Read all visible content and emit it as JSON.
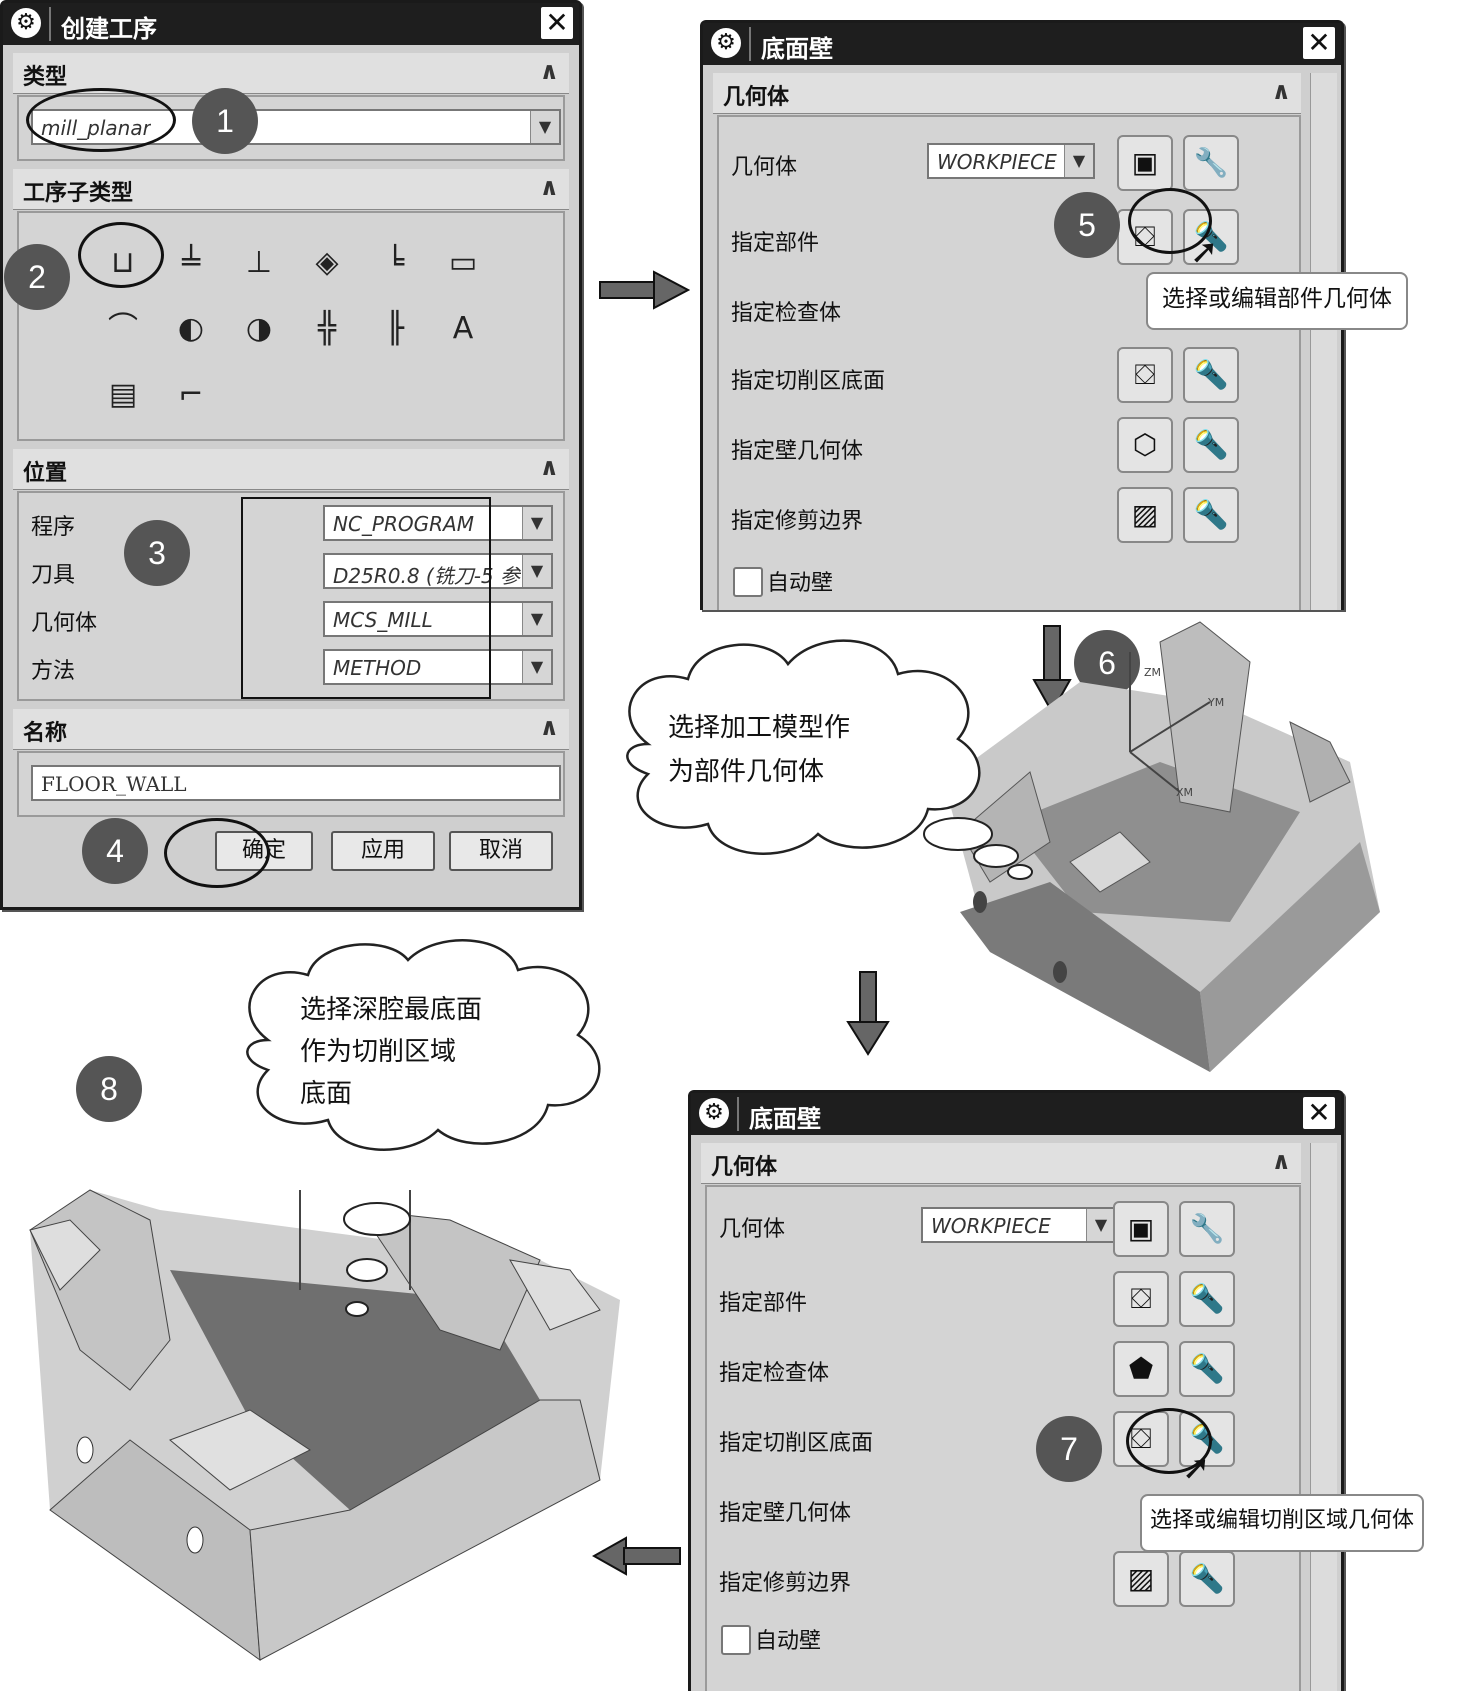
{
  "create_dialog": {
    "title": "创建工序",
    "type_section": "类型",
    "type_value": "mill_planar",
    "subtype_section": "工序子类型",
    "location_section": "位置",
    "program_label": "程序",
    "program_value": "NC_PROGRAM",
    "tool_label": "刀具",
    "tool_value": "D25R0.8 (铣刀-5 参",
    "geometry_label": "几何体",
    "geometry_value": "MCS_MILL",
    "method_label": "方法",
    "method_value": "METHOD",
    "name_section": "名称",
    "name_value": "FLOOR_WALL",
    "ok_label": "确定",
    "apply_label": "应用",
    "cancel_label": "取消"
  },
  "floor_wall_dialog_1": {
    "title": "底面壁",
    "geometry_section": "几何体",
    "geometry_label": "几何体",
    "geometry_value": "WORKPIECE",
    "specify_part": "指定部件",
    "specify_check": "指定检查体",
    "specify_floor": "指定切削区底面",
    "specify_wall": "指定壁几何体",
    "specify_trim": "指定修剪边界",
    "auto_wall": "自动壁",
    "tooltip": "选择或编辑部件几何体"
  },
  "floor_wall_dialog_2": {
    "title": "底面壁",
    "geometry_section": "几何体",
    "geometry_label": "几何体",
    "geometry_value": "WORKPIECE",
    "specify_part": "指定部件",
    "specify_check": "指定检查体",
    "specify_floor": "指定切削区底面",
    "specify_wall": "指定壁几何体",
    "specify_trim": "指定修剪边界",
    "auto_wall": "自动壁",
    "tooltip": "选择或编辑切削区域几何体"
  },
  "steps": [
    "1",
    "2",
    "3",
    "4",
    "5",
    "6",
    "7",
    "8"
  ],
  "callouts": {
    "part_line1": "选择加工模型作",
    "part_line2": "为部件几何体",
    "floor_line1": "选择深腔最底面",
    "floor_line2": "作为切削区域",
    "floor_line3": "底面"
  },
  "model_axes": {
    "zm": "ZM",
    "ym": "YM",
    "xm": "XM"
  },
  "colors": {
    "titlebar": "#1e1e1e",
    "dialog_bg": "#cfcfcf",
    "badge": "#555555",
    "model_light": "#c8c8c8",
    "model_dark": "#6e6e6e"
  }
}
